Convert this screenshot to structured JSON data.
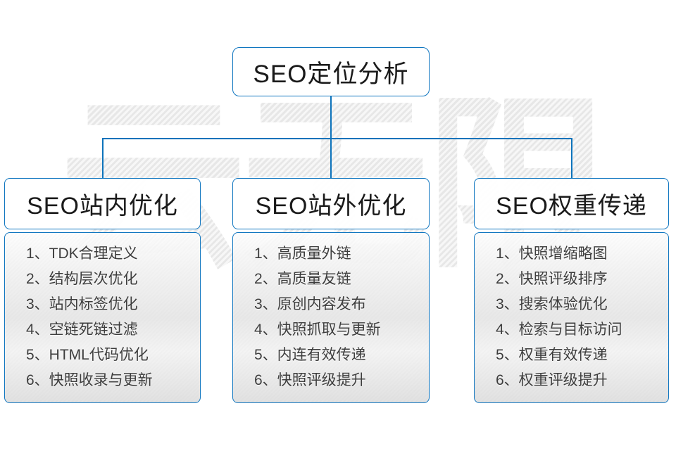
{
  "diagram": {
    "watermark": "云无限",
    "root": {
      "title": "SEO定位分析"
    },
    "columns": [
      {
        "title": "SEO站内优化",
        "items": [
          "1、TDK合理定义",
          "2、结构层次优化",
          "3、站内标签优化",
          "4、空链死链过滤",
          "5、HTML代码优化",
          "6、快照收录与更新"
        ]
      },
      {
        "title": "SEO站外优化",
        "items": [
          "1、高质量外链",
          "2、高质量友链",
          "3、原创内容发布",
          "4、快照抓取与更新",
          "5、内连有效传递",
          "6、快照评级提升"
        ]
      },
      {
        "title": "SEO权重传递",
        "items": [
          "1、快照增缩略图",
          "2、快照评级排序",
          "3、搜索体验优化",
          "4、检索与目标访问",
          "5、权重有效传递",
          "6、权重评级提升"
        ]
      }
    ],
    "colors": {
      "accent": "#0d73bb",
      "box_border": "#1076c0",
      "title_text": "#1a1a1a",
      "item_text": "#3d3d3d",
      "watermark_gray": "#ececec"
    }
  }
}
